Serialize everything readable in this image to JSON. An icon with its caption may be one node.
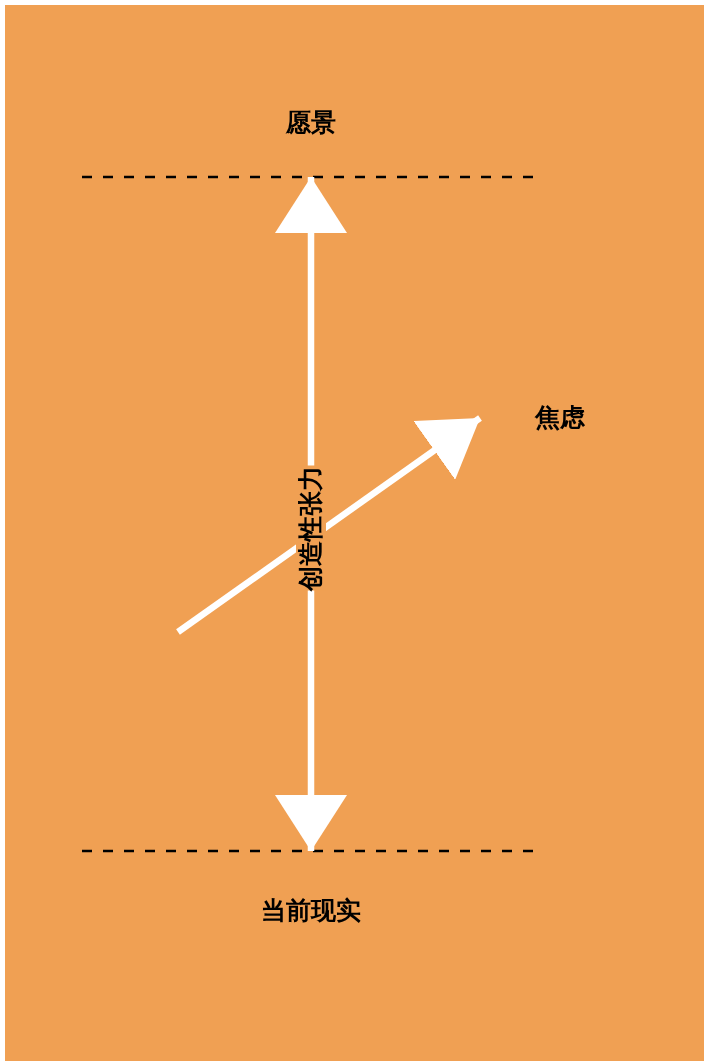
{
  "diagram": {
    "nodes": [
      {
        "text": [
          "愿景"
        ]
      },
      {
        "text": [
          "焦虑"
        ]
      },
      {
        "text": [
          "当前现实"
        ]
      }
    ],
    "edges": [
      {
        "from": 2,
        "to": 0,
        "arrow": "both",
        "label": "创造性张力"
      },
      {
        "from": null,
        "to": 1,
        "arrow": "to"
      }
    ]
  }
}
